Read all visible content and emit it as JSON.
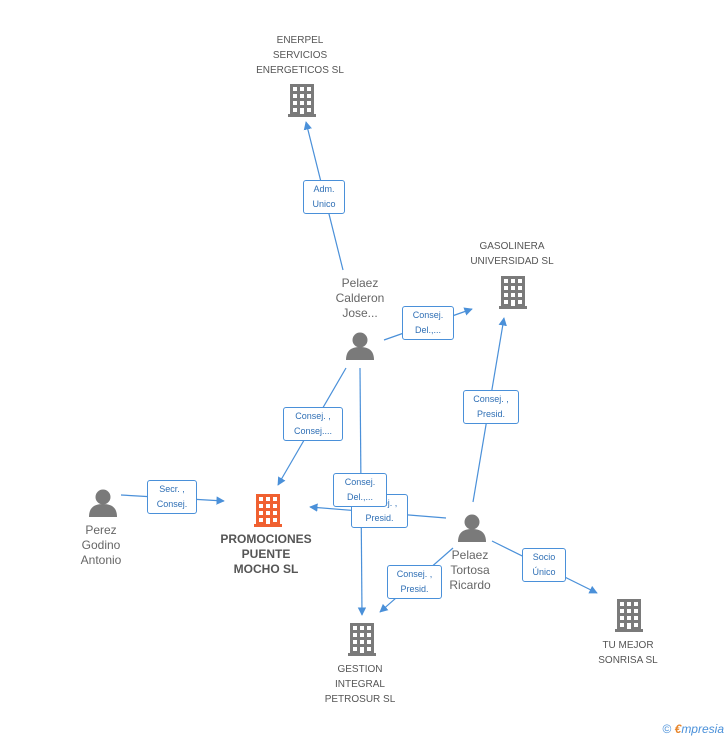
{
  "nodes": {
    "enerpel": {
      "label": "ENERPEL\nSERVICIOS\nENERGETICOS SL",
      "icon": "building-icon"
    },
    "gasolinera": {
      "label": "GASOLINERA\nUNIVERSIDAD SL",
      "icon": "building-icon"
    },
    "pelaez_calderon": {
      "label": "Pelaez\nCalderon\nJose...",
      "icon": "person-icon"
    },
    "perez_godino": {
      "label": "Perez\nGodino\nAntonio",
      "icon": "person-icon"
    },
    "promociones": {
      "label": "PROMOCIONES\nPUENTE\nMOCHO SL",
      "icon": "building-icon",
      "color": "#f06030"
    },
    "pelaez_tortosa": {
      "label": "Pelaez\nTortosa\nRicardo",
      "icon": "person-icon"
    },
    "gestion": {
      "label": "GESTION\nINTEGRAL\nPETROSUR SL",
      "icon": "building-icon"
    },
    "tu_mejor": {
      "label": "TU MEJOR\nSONRISA SL",
      "icon": "building-icon"
    }
  },
  "edges": {
    "adm_unico": "Adm.\nUnico",
    "consej_del_gasolinera": "Consej.\nDel.,...",
    "consej_consej": "Consej. ,\nConsej....",
    "consej_presid_gasolinera": "Consej. ,\nPresid.",
    "secr_consej": "Secr. ,\nConsej.",
    "consej_del_gestion": "Consej.\nDel.,...",
    "consej_presid_promociones": "Consej. ,\nPresid.",
    "consej_presid_gestion": "Consej. ,\nPresid.",
    "socio_unico": "Socio\nÚnico"
  },
  "colors": {
    "edge": "#4a90d9",
    "node": "#7a7a7a",
    "main": "#f06030"
  },
  "footer": {
    "copyright": "©",
    "brand_e": "€",
    "brand_rest": "mpresia"
  }
}
